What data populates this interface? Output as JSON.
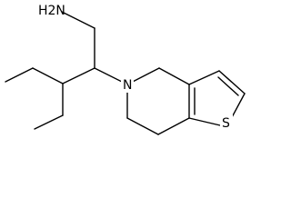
{
  "molecule": {
    "atoms": {
      "amine": "H2N",
      "ring_nitrogen": "N",
      "thiophene_sulfur": "S"
    }
  }
}
